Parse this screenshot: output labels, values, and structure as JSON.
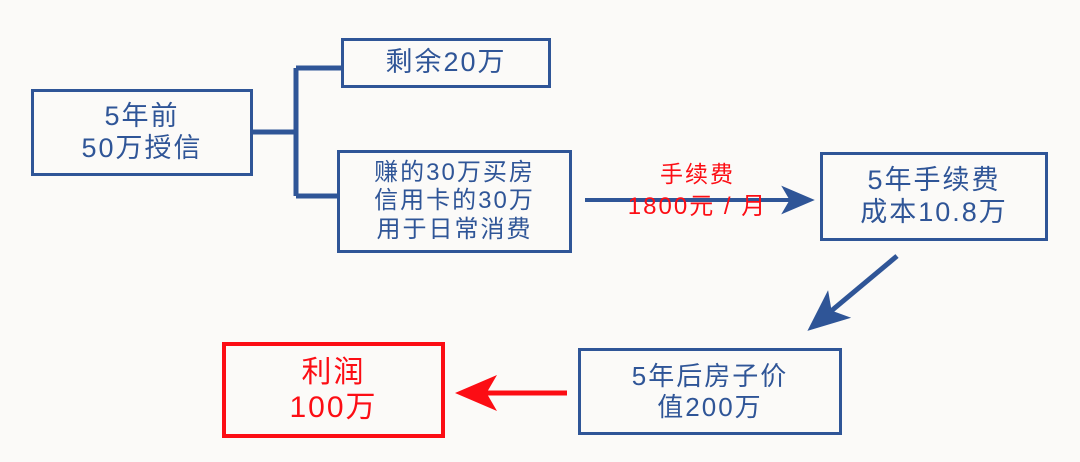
{
  "diagram": {
    "type": "flowchart",
    "colors": {
      "background": "#fbfaf8",
      "blue": "#2f5597",
      "red": "#fc0d14"
    },
    "nodes": {
      "credit": {
        "line1": "5年前",
        "line2": "50万授信"
      },
      "remaining": {
        "line1": "剩余20万"
      },
      "usage": {
        "line1": "赚的30万买房",
        "line2": "信用卡的30万",
        "line3": "用于日常消费"
      },
      "fee_cost": {
        "line1": "5年手续费",
        "line2": "成本10.8万"
      },
      "house_value": {
        "line1": "5年后房子价",
        "line2": "值200万"
      },
      "profit": {
        "line1": "利润",
        "line2": "100万"
      }
    },
    "edges": {
      "fee_label": {
        "top": "手续费",
        "bottom": "1800元 / 月"
      }
    }
  }
}
